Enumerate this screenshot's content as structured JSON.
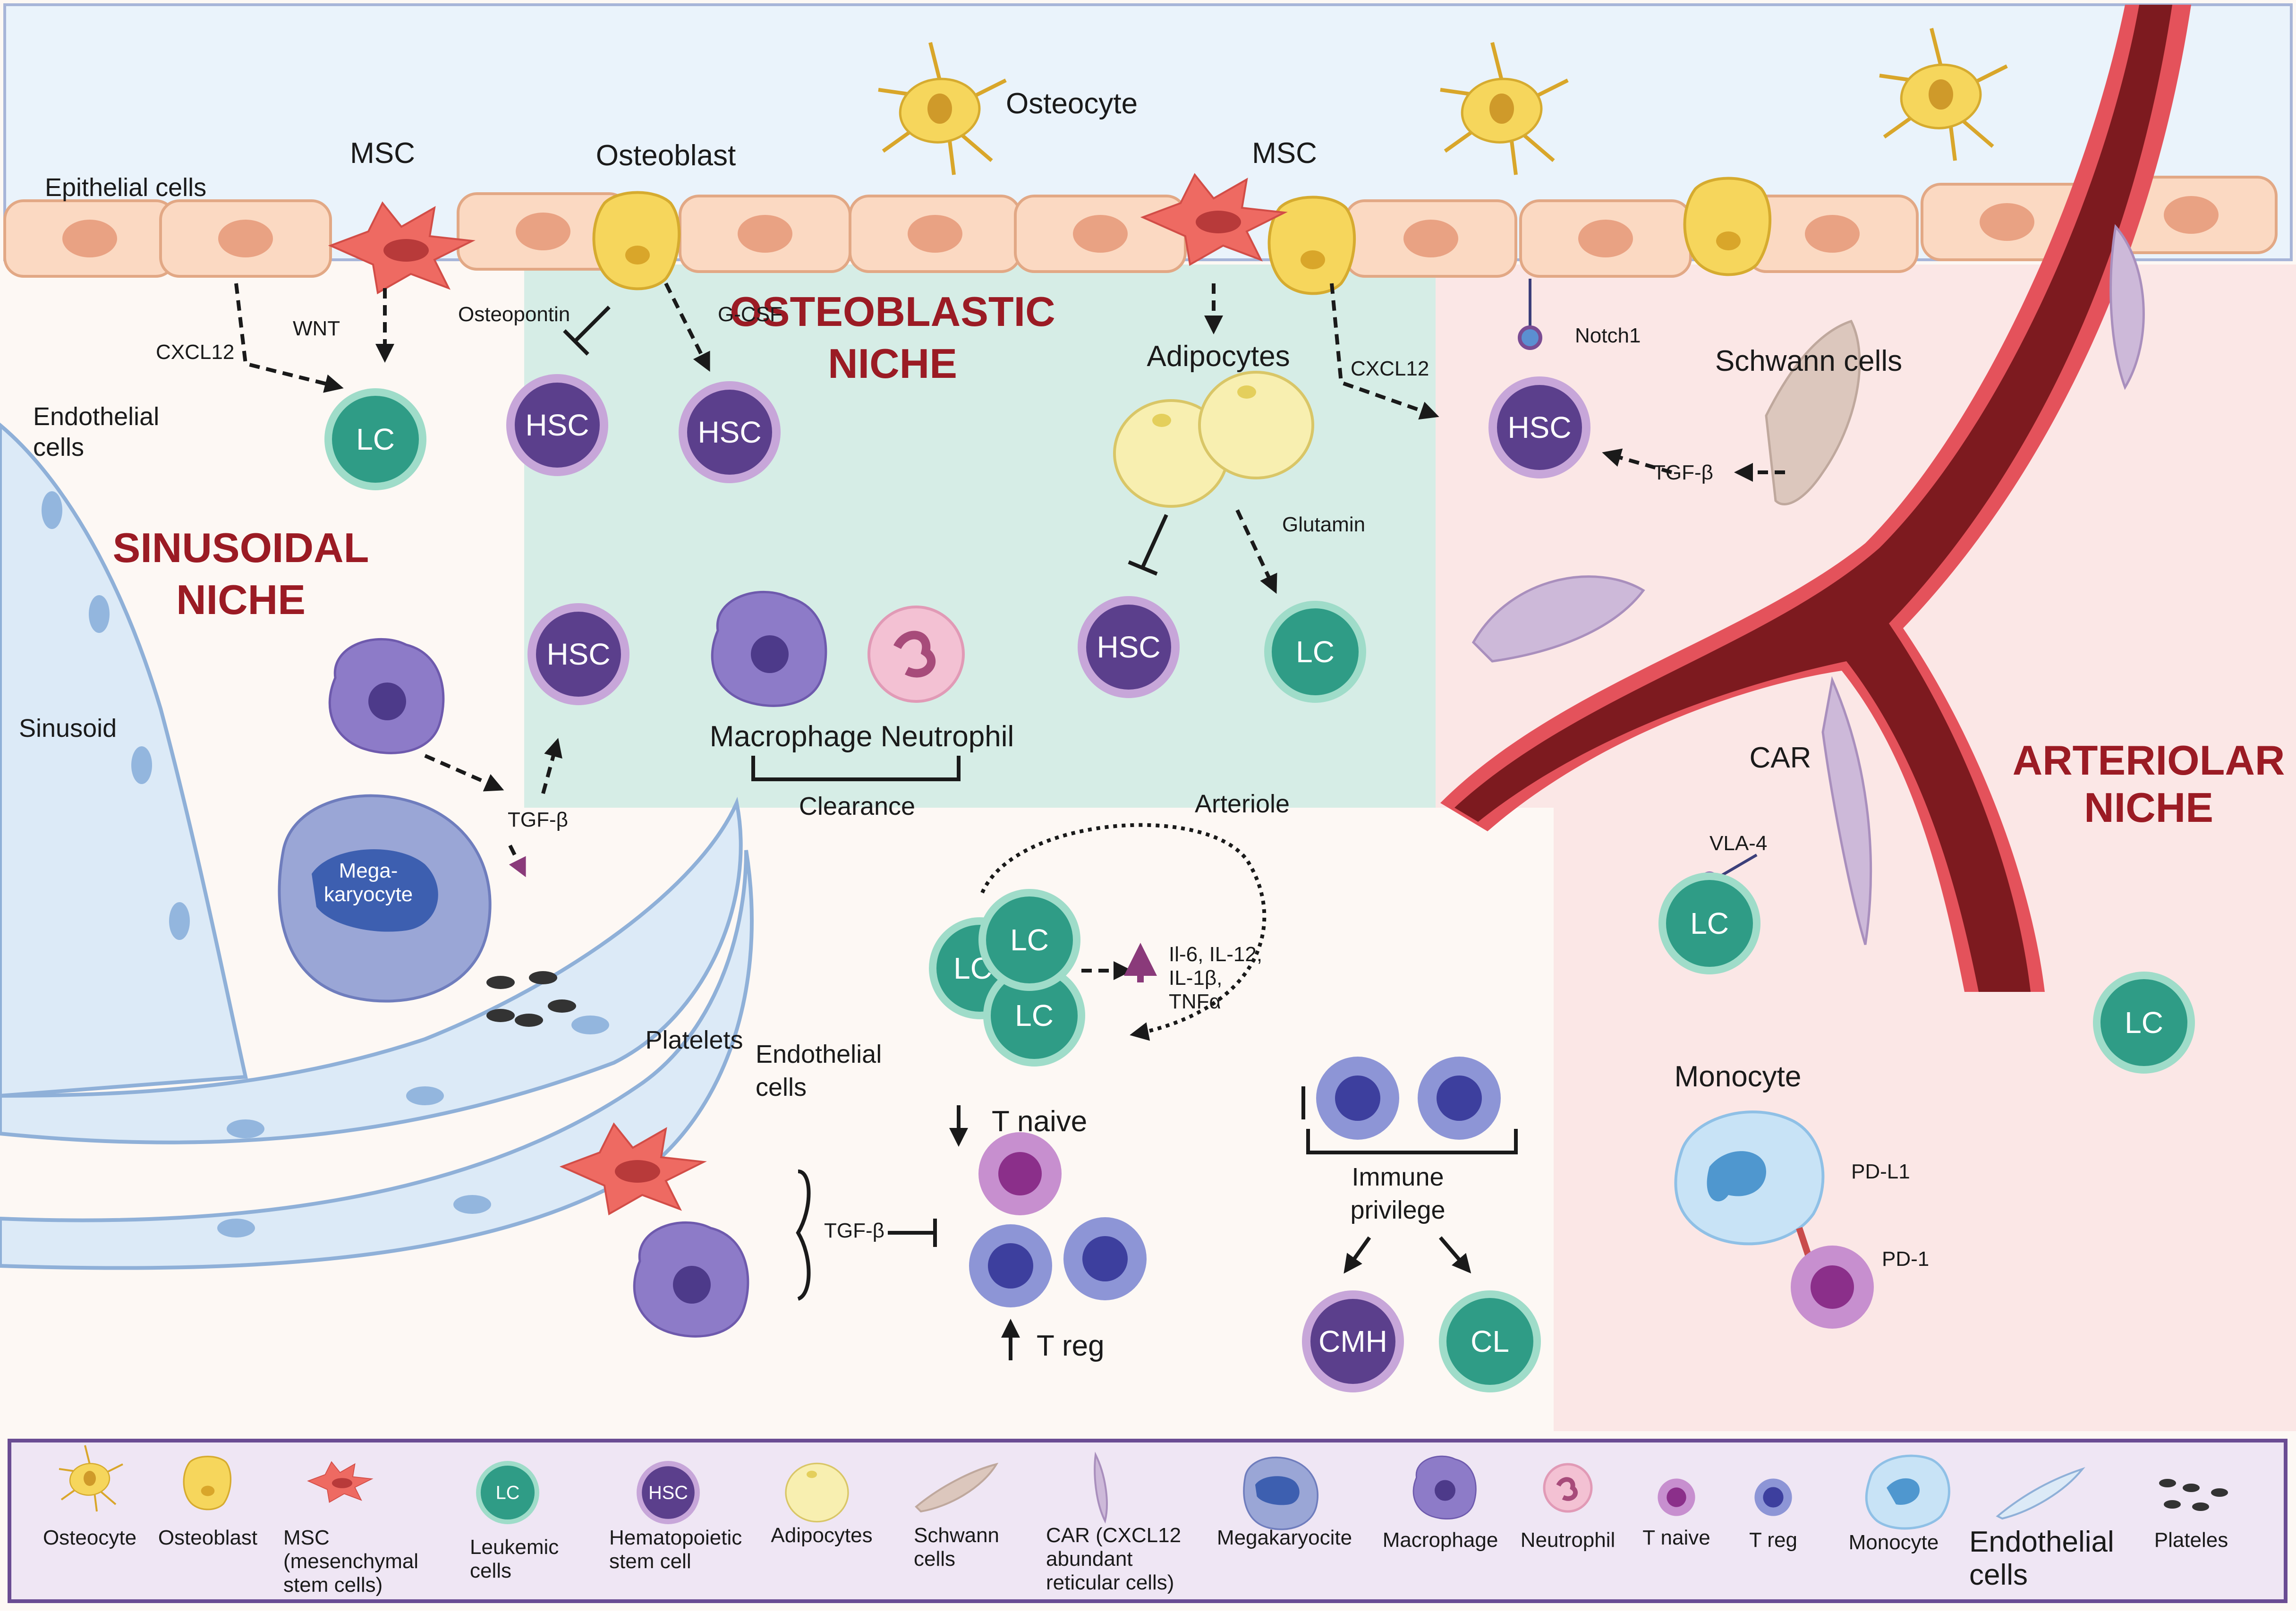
{
  "labels": {
    "epithelial_cells": "Epithelial cells",
    "msc_left": "MSC",
    "osteoblast": "Osteoblast",
    "osteocyte": "Osteocyte",
    "msc_right": "MSC",
    "cxcl12_left": "CXCL12",
    "wnt": "WNT",
    "osteopontin": "Osteopontin",
    "gcsf": "G-CSF",
    "adipocytes": "Adipocytes",
    "cxcl12_right": "CXCL12",
    "notch1": "Notch1",
    "schwann_cells": "Schwann cells",
    "tgfb_right": "TGF-β",
    "glutamin": "Glutamin",
    "endothelial_cells_top_1": "Endothelial",
    "endothelial_cells_top_2": "cells",
    "sinusoid": "Sinusoid",
    "tgfb_mk": "TGF-β",
    "megakaryocyte_1": "Mega-",
    "megakaryocyte_2": "karyocyte",
    "platelets": "Platelets",
    "macrophage_neutrophil": "Macrophage Neutrophil",
    "clearance": "Clearance",
    "arteriole": "Arteriole",
    "car": "CAR",
    "vla4": "VLA-4",
    "cytokines_1": "Il-6, IL-12,",
    "cytokines_2": "IL-1β,",
    "cytokines_3": "TNFα",
    "endothelial_cells_bottom_1": "Endothelial",
    "endothelial_cells_bottom_2": "cells",
    "t_naive": "T naive",
    "tgfb_bottom": "TGF-β",
    "t_reg": "T reg",
    "immune_privilege_1": "Immune",
    "immune_privilege_2": "privilege",
    "monocyte": "Monocyte",
    "pdl1": "PD-L1",
    "pd1": "PD-1"
  },
  "niches": {
    "osteoblastic_1": "OSTEOBLASTIC",
    "osteoblastic_2": "NICHE",
    "sinusoidal_1": "SINUSOIDAL",
    "sinusoidal_2": "NICHE",
    "arteriolar_1": "ARTERIOLAR",
    "arteriolar_2": "NICHE"
  },
  "cells": {
    "lc": "LC",
    "hsc": "HSC",
    "cmh": "CMH",
    "cl": "CL"
  },
  "legend": {
    "osteocyte": "Osteocyte",
    "osteoblast": "Osteoblast",
    "msc_1": "MSC",
    "msc_2": "(mesenchymal",
    "msc_3": "stem cells)",
    "lc_cell": "LC",
    "leukemic_1": "Leukemic",
    "leukemic_2": "cells",
    "hsc_cell": "HSC",
    "hsc_1": "Hematopoietic",
    "hsc_2": "stem cell",
    "adipocytes": "Adipocytes",
    "schwann_1": "Schwann",
    "schwann_2": "cells",
    "car_1": "CAR (CXCL12",
    "car_2": "abundant",
    "car_3": "reticular cells)",
    "megakaryocite": "Megakaryocite",
    "macrophage": "Macrophage",
    "neutrophil": "Neutrophil",
    "t_naive": "T naive",
    "t_reg": "T reg",
    "monocyte": "Monocyte",
    "endothelial_1": "Endothelial",
    "endothelial_2": "cells",
    "plateles": "Plateles"
  },
  "colors": {
    "bone_bg": "#eaf3fb",
    "marrow_bg": "#fdf8f4",
    "osteoblastic_bg": "#d6ede6",
    "arteriolar_bg": "#fbe7e6",
    "niche_title": "#9b1b24",
    "lc_fill": "#2f9c86",
    "hsc_fill": "#5b3f8c",
    "legend_bg": "#efe6f4",
    "legend_border": "#6a4c93"
  }
}
